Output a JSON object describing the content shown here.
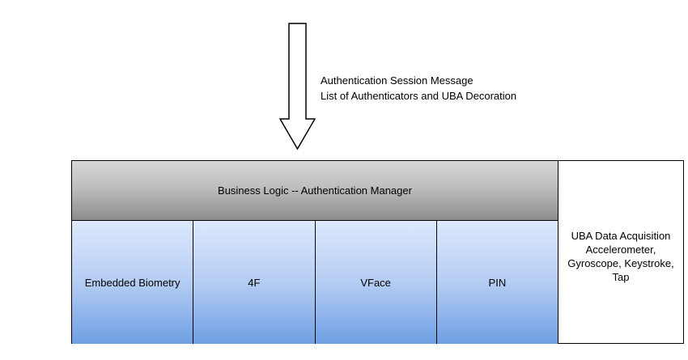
{
  "arrow_note": {
    "line1": "Authentication Session Message",
    "line2": "List of Authenticators and UBA Decoration"
  },
  "manager": {
    "label": "Business Logic -- Authentication Manager"
  },
  "authenticators": [
    {
      "label": "Embedded Biometry"
    },
    {
      "label": "4F"
    },
    {
      "label": "VFace"
    },
    {
      "label": "PIN"
    }
  ],
  "uba_box": {
    "text": "UBA Data Acquisition Accelerometer, Gyroscope, Keystroke, Tap"
  },
  "colors": {
    "manager_gradient_top": "#d8d8d8",
    "manager_gradient_bottom": "#8c8c8c",
    "authenticator_gradient_top": "#dde9fc",
    "authenticator_gradient_bottom": "#6f9fe4",
    "border": "#000000",
    "background": "#ffffff"
  }
}
